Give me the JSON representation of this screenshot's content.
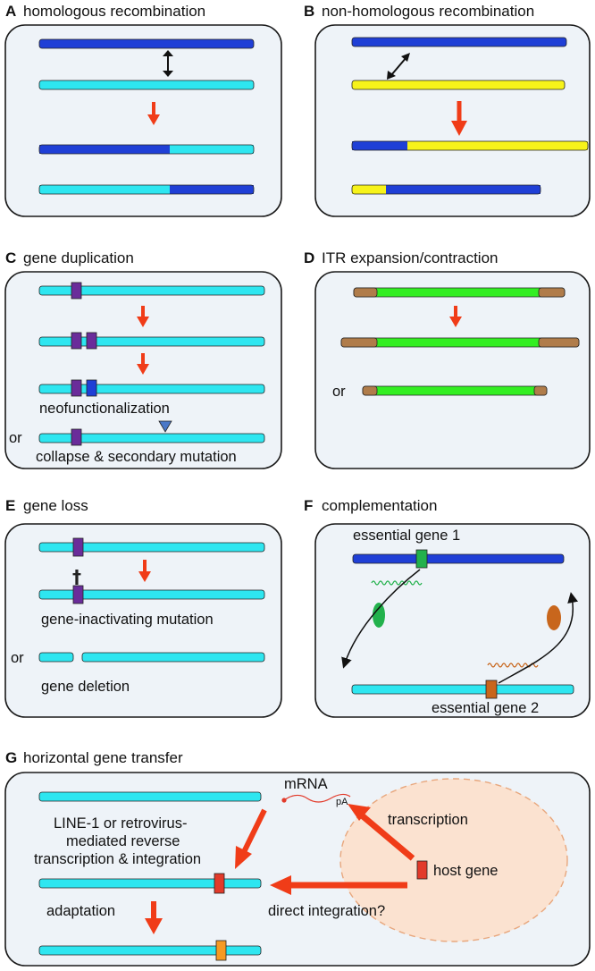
{
  "colors": {
    "dark_blue": "#1f3fd6",
    "cyan": "#2ee6f0",
    "yellow": "#f7f31a",
    "green": "#33ee22",
    "brown": "#b07c4a",
    "purple": "#6a2c9a",
    "red_arrow": "#f03c18",
    "panel_bg": "#eef3f8",
    "host_cell": "#fbe2d0"
  },
  "panels": {
    "A": {
      "letter": "A",
      "title": "homologous recombination"
    },
    "B": {
      "letter": "B",
      "title": "non-homologous recombination"
    },
    "C": {
      "letter": "C",
      "title": "gene duplication",
      "labels": {
        "neofunctionalization": "neofunctionalization",
        "or": "or",
        "collapse": "collapse & secondary mutation"
      }
    },
    "D": {
      "letter": "D",
      "title": "ITR expansion/contraction",
      "labels": {
        "or": "or"
      }
    },
    "E": {
      "letter": "E",
      "title": "gene loss",
      "labels": {
        "inactivating": "gene-inactivating mutation",
        "or": "or",
        "deletion": "gene deletion"
      }
    },
    "F": {
      "letter": "F",
      "title": "complementation",
      "labels": {
        "gene1": "essential gene 1",
        "gene2": "essential gene 2"
      }
    },
    "G": {
      "letter": "G",
      "title": "horizontal gene transfer",
      "labels": {
        "mrna": "mRNA",
        "pa": "pA",
        "line1_1": "LINE-1 or retrovirus-",
        "line1_2": "mediated reverse",
        "line1_3": "transcription & integration",
        "transcription": "transcription",
        "host_gene": "host gene",
        "direct": "direct integration?",
        "adaptation": "adaptation"
      }
    }
  },
  "icons": {
    "dagger": "†",
    "double_arrow": "double-headed-arrow-icon",
    "down_arrow": "down-arrow-icon"
  }
}
